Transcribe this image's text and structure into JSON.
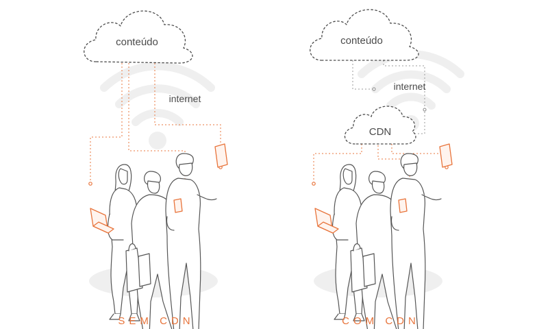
{
  "left_panel": {
    "cloud_label": "conteúdo",
    "network_label": "internet",
    "caption": "SEM CDN"
  },
  "right_panel": {
    "cloud_label": "conteúdo",
    "network_label": "internet",
    "cdn_label": "CDN",
    "caption": "COM CDN"
  },
  "colors": {
    "accent": "#e8743b",
    "line": "#4a4a4a",
    "wifi": "#efefef",
    "ground": "#efefef"
  },
  "icons": [
    "cloud-icon",
    "wifi-icon",
    "laptop-icon",
    "tablet-icon",
    "phone-icon",
    "shopping-bag-icon"
  ]
}
